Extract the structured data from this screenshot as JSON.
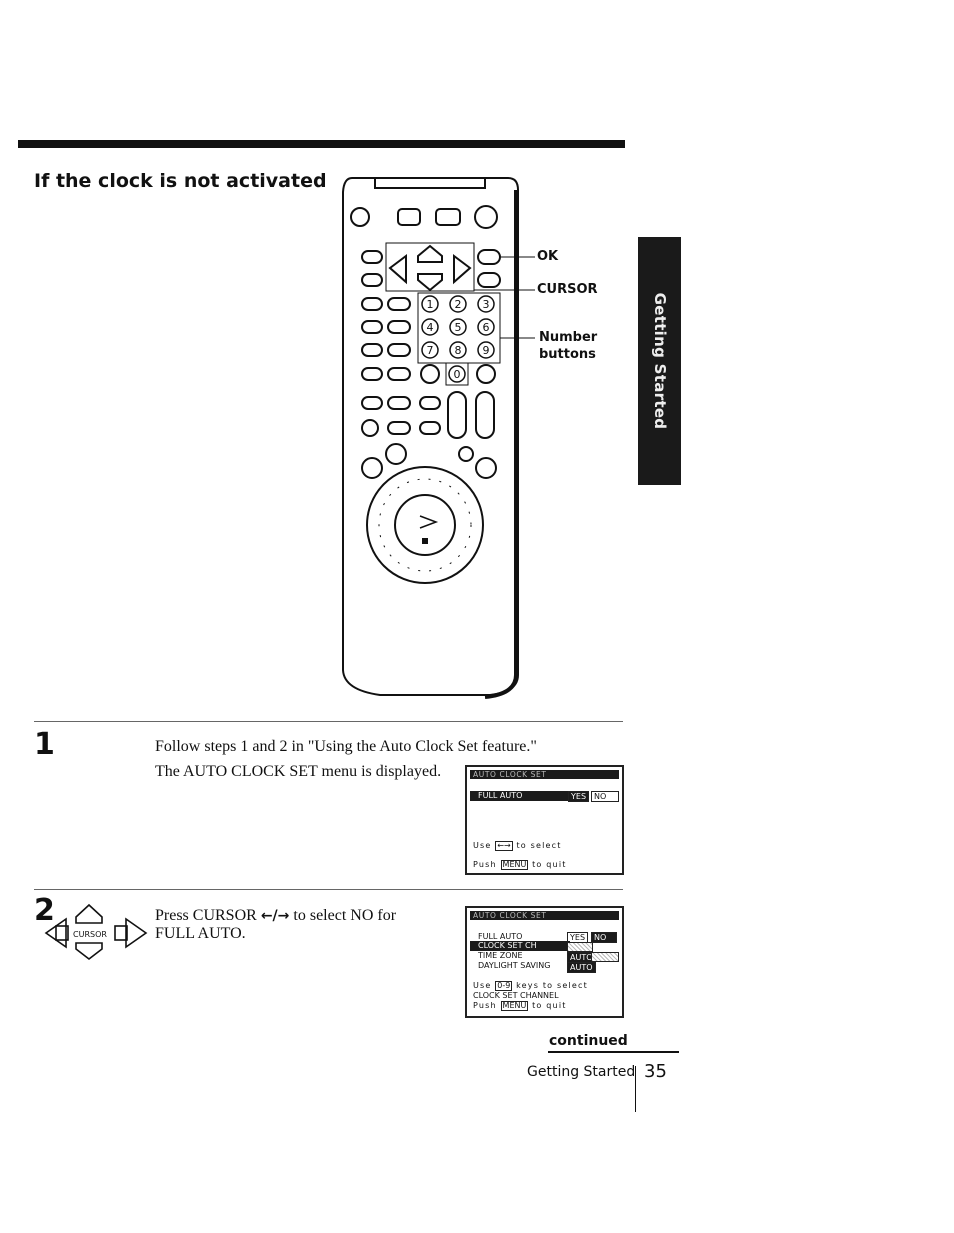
{
  "section_title": "If the clock is not activated",
  "side_tab": "Getting Started",
  "callouts": {
    "ok": "OK",
    "cursor": "CURSOR",
    "number_line1": "Number",
    "number_line2": "buttons"
  },
  "remote_numbers": [
    "1",
    "2",
    "3",
    "4",
    "5",
    "6",
    "7",
    "8",
    "9",
    "0"
  ],
  "steps": [
    {
      "number": "1",
      "line1": "Follow steps 1 and 2 in \"Using the Auto Clock Set feature.\"",
      "line2": "The AUTO CLOCK SET menu is displayed."
    },
    {
      "number": "2",
      "icon_label": "CURSOR",
      "line1": "Press CURSOR ",
      "arrows": "←/→",
      "line1b": " to select NO for",
      "line2": "FULL AUTO."
    }
  ],
  "screen1": {
    "title": "AUTO CLOCK SET",
    "row_label": "FULL AUTO",
    "yes": "YES",
    "no": "NO",
    "hint1_pre": "Use",
    "hint1_key": "←→",
    "hint1_post": "to select",
    "hint2_pre": "Push",
    "hint2_key": "MENU",
    "hint2_post": "to quit"
  },
  "screen2": {
    "title": "AUTO CLOCK SET",
    "rows": [
      "FULL AUTO",
      "CLOCK SET CH",
      "TIME ZONE",
      "DAYLIGHT SAVING"
    ],
    "yes": "YES",
    "no": "NO",
    "auto1": "AUTO",
    "auto2": "AUTO",
    "hint1_pre": "Use",
    "hint1_key": "0-9",
    "hint1_post": "keys to select",
    "hint2": "CLOCK SET CHANNEL",
    "hint3_pre": "Push",
    "hint3_key": "MENU",
    "hint3_post": "to quit"
  },
  "continued": "continued",
  "footer": {
    "section": "Getting Started",
    "page": "35"
  }
}
